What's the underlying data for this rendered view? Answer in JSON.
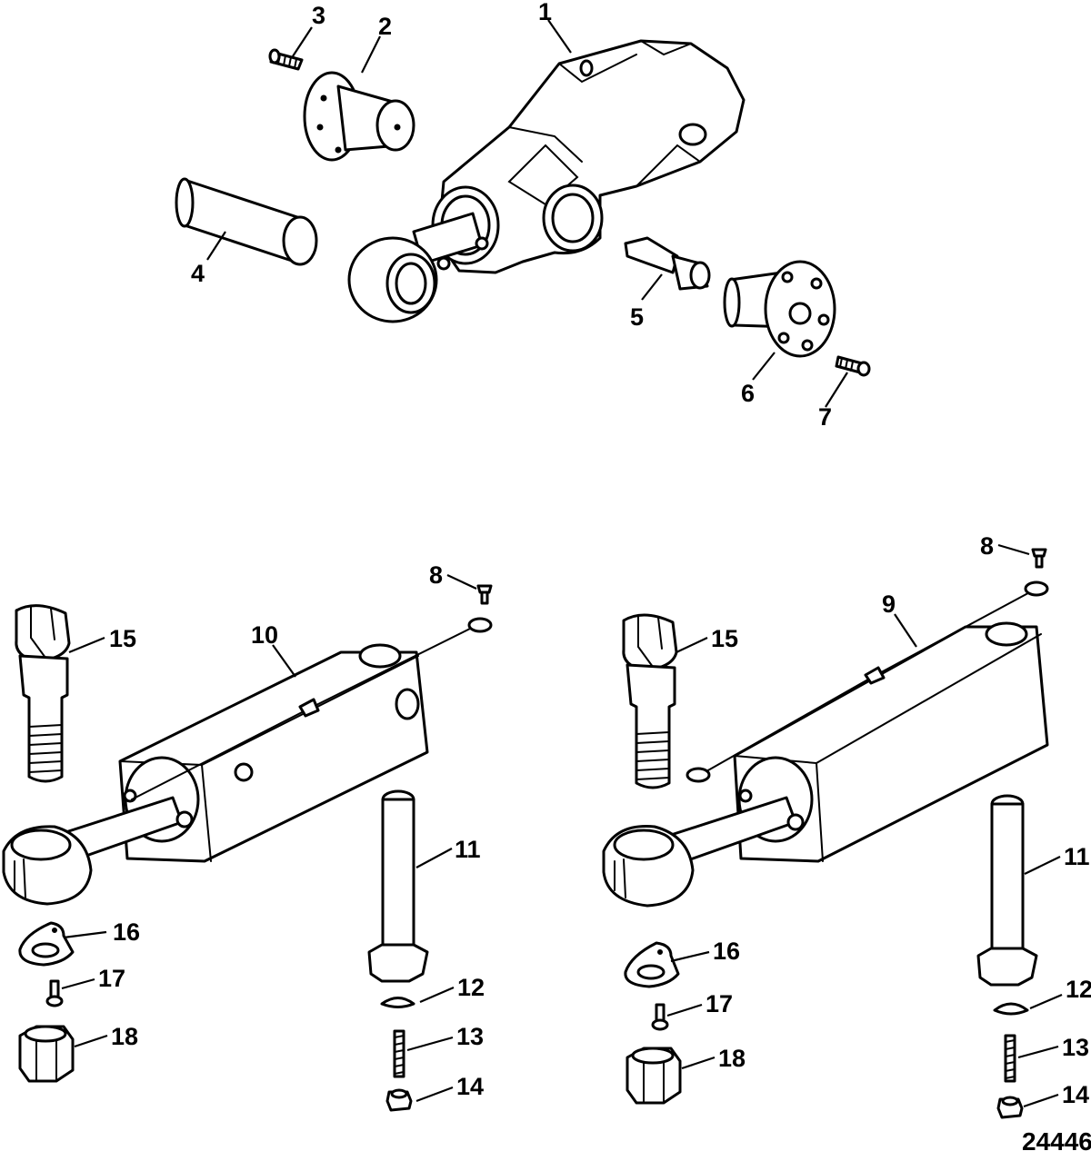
{
  "figure_number": "24446",
  "callouts": [
    {
      "id": "c1",
      "label": "1"
    },
    {
      "id": "c2",
      "label": "2"
    },
    {
      "id": "c3",
      "label": "3"
    },
    {
      "id": "c4",
      "label": "4"
    },
    {
      "id": "c5",
      "label": "5"
    },
    {
      "id": "c6",
      "label": "6"
    },
    {
      "id": "c7",
      "label": "7"
    },
    {
      "id": "c8a",
      "label": "8"
    },
    {
      "id": "c8b",
      "label": "8"
    },
    {
      "id": "c9",
      "label": "9"
    },
    {
      "id": "c10",
      "label": "10"
    },
    {
      "id": "c11a",
      "label": "11"
    },
    {
      "id": "c11b",
      "label": "11"
    },
    {
      "id": "c12a",
      "label": "12"
    },
    {
      "id": "c12b",
      "label": "12"
    },
    {
      "id": "c13a",
      "label": "13"
    },
    {
      "id": "c13b",
      "label": "13"
    },
    {
      "id": "c14a",
      "label": "14"
    },
    {
      "id": "c14b",
      "label": "14"
    },
    {
      "id": "c15a",
      "label": "15"
    },
    {
      "id": "c15b",
      "label": "15"
    },
    {
      "id": "c16a",
      "label": "16"
    },
    {
      "id": "c16b",
      "label": "16"
    },
    {
      "id": "c17a",
      "label": "17"
    },
    {
      "id": "c17b",
      "label": "17"
    },
    {
      "id": "c18a",
      "label": "18"
    },
    {
      "id": "c18b",
      "label": "18"
    }
  ]
}
